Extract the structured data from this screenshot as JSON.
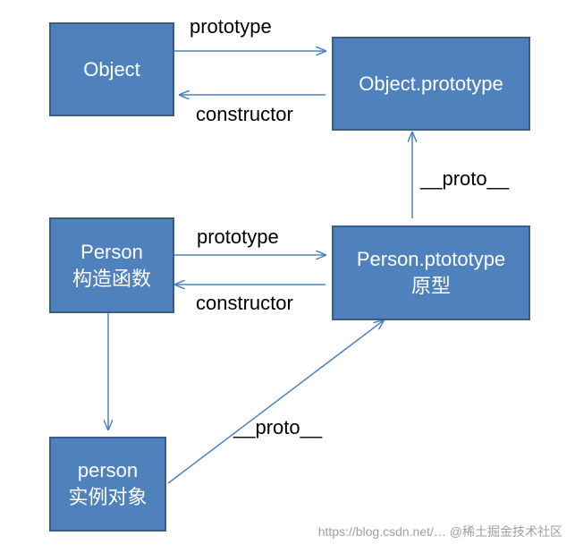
{
  "diagram": {
    "nodes": {
      "object": {
        "line1": "Object",
        "line2": ""
      },
      "object_prototype": {
        "line1": "Object.prototype",
        "line2": ""
      },
      "person": {
        "line1": "Person",
        "line2": "构造函数"
      },
      "person_prototype": {
        "line1": "Person.ptototype",
        "line2": "原型"
      },
      "person_instance": {
        "line1": "person",
        "line2": "实例对象"
      }
    },
    "edges": {
      "object_prototype_label": "prototype",
      "object_constructor_label": "constructor",
      "person_prototype_label": "prototype",
      "person_constructor_label": "constructor",
      "person_proto_to_object_proto_label": "__proto__",
      "instance_proto_label": "__proto__"
    },
    "colors": {
      "box_fill": "#4f81bd",
      "box_border": "#385d8a",
      "arrow": "#4f81bd",
      "box_text": "#ffffff"
    }
  },
  "watermark": "https://blog.csdn.net/… @稀土掘金技术社区"
}
